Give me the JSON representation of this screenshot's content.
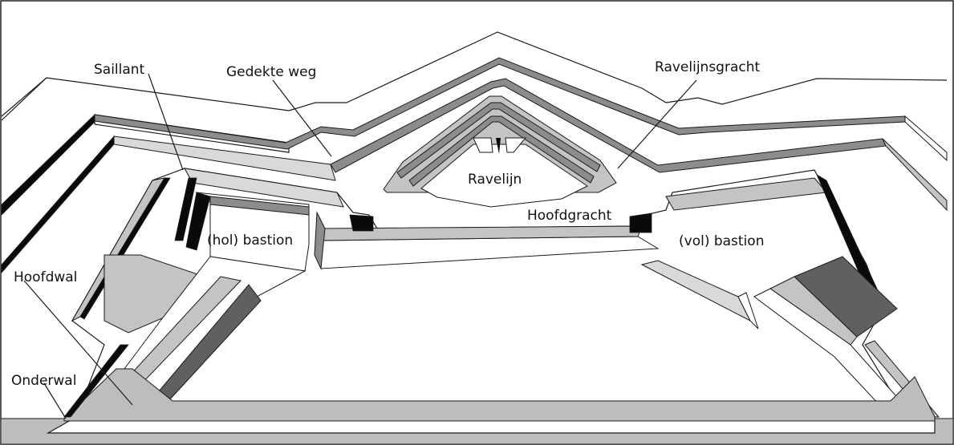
{
  "labels": {
    "saillant": "Saillant",
    "gedekte_weg": "Gedekte weg",
    "ravelijnsgracht": "Ravelijnsgracht",
    "ravelijn": "Ravelijn",
    "hoofdgracht": "Hoofdgracht",
    "hol_bastion": "(hol) bastion",
    "vol_bastion": "(vol) bastion",
    "hoofdwal": "Hoofdwal",
    "onderwal": "Onderwal"
  },
  "colors": {
    "background": "#ffffff",
    "outline": "#1a1a1a",
    "slope_mid": "#8c8c8c",
    "slope_light": "#c4c4c4",
    "slope_dark": "#606060",
    "water_dark": "#0a0a0a",
    "ground": "#bdbdbd"
  }
}
